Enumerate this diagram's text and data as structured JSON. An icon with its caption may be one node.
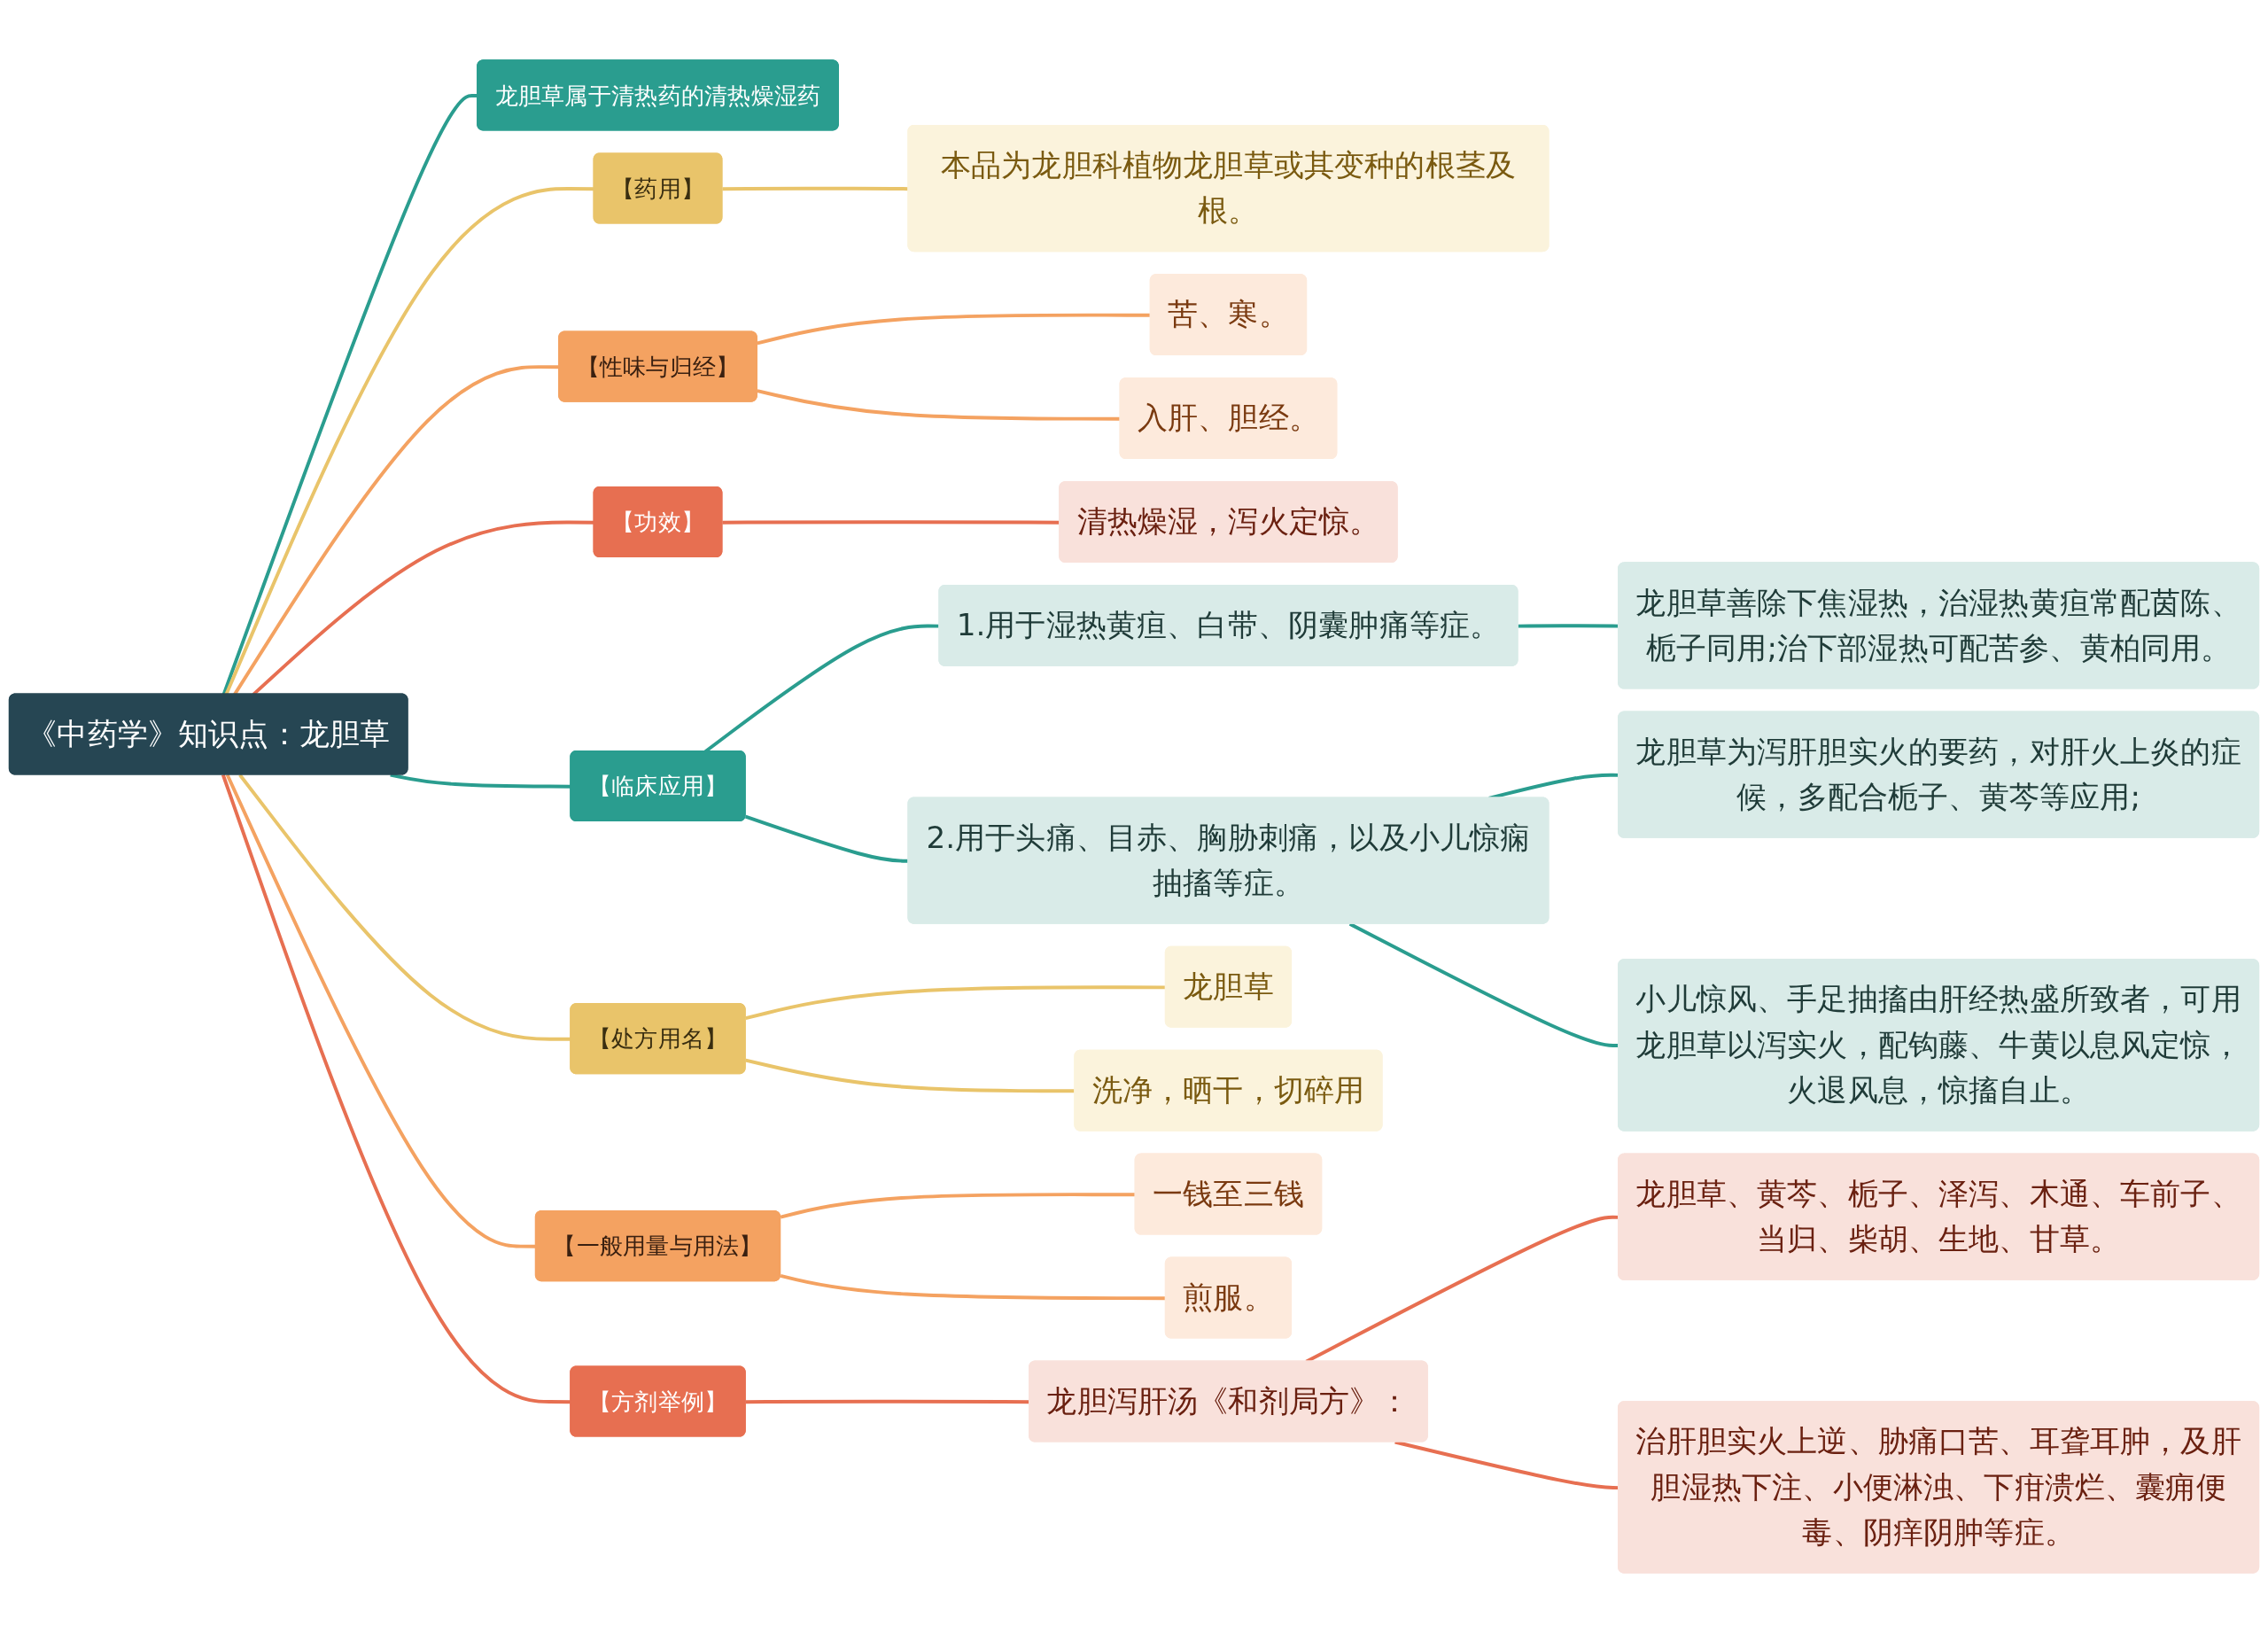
{
  "diagram": {
    "nodes": [
      {
        "text": [
          "《中药学》知识点：龙胆草"
        ]
      },
      {
        "text": [
          "龙胆草属于清热药的清热燥湿药"
        ]
      },
      {
        "text": [
          "【药用】"
        ]
      },
      {
        "text": [
          "本品为龙胆科植物龙胆草或其变种的根茎及根。"
        ]
      },
      {
        "text": [
          "【性味与归经】"
        ]
      },
      {
        "text": [
          "苦、寒。"
        ]
      },
      {
        "text": [
          "入肝、胆经。"
        ]
      },
      {
        "text": [
          "【功效】"
        ]
      },
      {
        "text": [
          "清热燥湿，泻火定惊。"
        ]
      },
      {
        "text": [
          "【临床应用】"
        ]
      },
      {
        "text": [
          "1.用于湿热黄疸、白带、阴囊肿痛等症。"
        ]
      },
      {
        "text": [
          "龙胆草善除下焦湿热，治湿热黄疸常配茵陈、栀子同用;治下部湿热可配苦参、黄柏同用。"
        ]
      },
      {
        "text": [
          "2.用于头痛、目赤、胸胁刺痛，以及小儿惊痫抽搐等症。"
        ]
      },
      {
        "text": [
          "龙胆草为泻肝胆实火的要药，对肝火上炎的症候，多配合栀子、黄芩等应用;"
        ]
      },
      {
        "text": [
          "小儿惊风、手足抽搐由肝经热盛所致者，可用龙胆草以泻实火，配钩藤、牛黄以息风定惊，火退风息，惊搐自止。"
        ]
      },
      {
        "text": [
          "【处方用名】"
        ]
      },
      {
        "text": [
          "龙胆草"
        ]
      },
      {
        "text": [
          "洗净，晒干，切碎用"
        ]
      },
      {
        "text": [
          "【一般用量与用法】"
        ]
      },
      {
        "text": [
          "一钱至三钱"
        ]
      },
      {
        "text": [
          "煎服。"
        ]
      },
      {
        "text": [
          "【方剂举例】"
        ]
      },
      {
        "text": [
          "龙胆泻肝汤《和剂局方》："
        ]
      },
      {
        "text": [
          "龙胆草、黄芩、栀子、泽泻、木通、车前子、当归、柴胡、生地、甘草。"
        ]
      },
      {
        "text": [
          "治肝胆实火上逆、胁痛口苦、耳聋耳肿，及肝胆湿热下注、小便淋浊、下疳溃烂、囊痈便毒、阴痒阴肿等症。"
        ]
      }
    ],
    "edges": [
      {
        "from": 0,
        "to": 1,
        "arrow": "none"
      },
      {
        "from": 0,
        "to": 2,
        "arrow": "none",
        "color": "#e9c46a"
      },
      {
        "from": 2,
        "to": 3,
        "arrow": "none",
        "color": "#e9c46a"
      },
      {
        "from": 0,
        "to": 4,
        "arrow": "none",
        "color": "#f4a261"
      },
      {
        "from": 4,
        "to": 5,
        "arrow": "none",
        "color": "#f4a261"
      },
      {
        "from": 4,
        "to": 6,
        "arrow": "none",
        "color": "#f4a261"
      },
      {
        "from": 0,
        "to": 7,
        "arrow": "none",
        "color": "#e76f51"
      },
      {
        "from": 7,
        "to": 8,
        "arrow": "none",
        "color": "#e76f51"
      },
      {
        "from": 0,
        "to": 9,
        "arrow": "none"
      },
      {
        "from": 9,
        "to": 10,
        "arrow": "none"
      },
      {
        "from": 10,
        "to": 11,
        "arrow": "none"
      },
      {
        "from": 9,
        "to": 12,
        "arrow": "none"
      },
      {
        "from": 12,
        "to": 13,
        "arrow": "none"
      },
      {
        "from": 12,
        "to": 14,
        "arrow": "none"
      },
      {
        "from": 0,
        "to": 15,
        "arrow": "none",
        "color": "#e9c46a"
      },
      {
        "from": 15,
        "to": 16,
        "arrow": "none",
        "color": "#e9c46a"
      },
      {
        "from": 15,
        "to": 17,
        "arrow": "none",
        "color": "#e9c46a"
      },
      {
        "from": 0,
        "to": 18,
        "arrow": "none",
        "color": "#f4a261"
      },
      {
        "from": 18,
        "to": 19,
        "arrow": "none",
        "color": "#f4a261"
      },
      {
        "from": 18,
        "to": 20,
        "arrow": "none",
        "color": "#f4a261"
      },
      {
        "from": 0,
        "to": 21,
        "arrow": "none",
        "color": "#e76f51"
      },
      {
        "from": 21,
        "to": 22,
        "arrow": "none",
        "color": "#e76f51"
      },
      {
        "from": 22,
        "to": 23,
        "arrow": "none",
        "color": "#e76f51"
      },
      {
        "from": 22,
        "to": 24,
        "arrow": "none",
        "color": "#e76f51"
      }
    ]
  }
}
